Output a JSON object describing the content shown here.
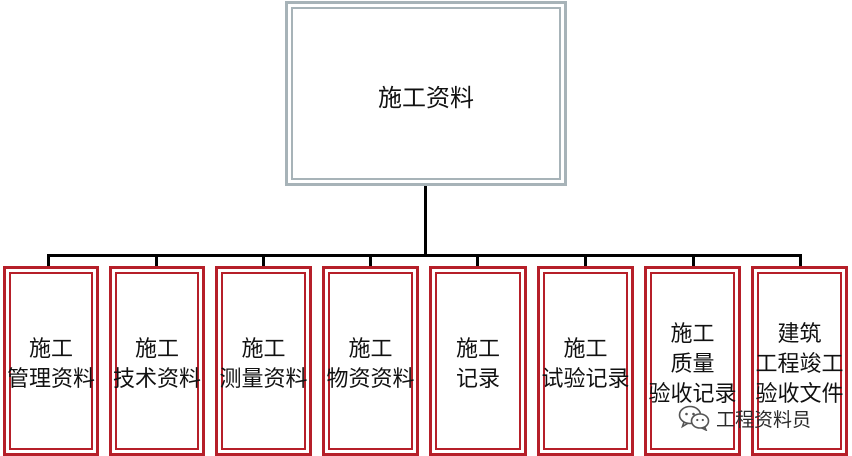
{
  "root": {
    "label": "施工资料"
  },
  "children": [
    {
      "lines": [
        "施工",
        "管理资料"
      ]
    },
    {
      "lines": [
        "施工",
        "技术资料"
      ]
    },
    {
      "lines": [
        "施工",
        "测量资料"
      ]
    },
    {
      "lines": [
        "施工",
        "物资资料"
      ]
    },
    {
      "lines": [
        "施工",
        "记录"
      ]
    },
    {
      "lines": [
        "施工",
        "试验记录"
      ]
    },
    {
      "lines": [
        "施工",
        "质量",
        "验收记录"
      ]
    },
    {
      "lines": [
        "建筑",
        "工程竣工",
        "验收文件"
      ]
    }
  ],
  "watermark": {
    "text": "工程资料员",
    "icon": "wechat-icon"
  },
  "colors": {
    "root_border": "#a7b3b8",
    "child_border": "#b61f29",
    "connector": "#000000"
  }
}
